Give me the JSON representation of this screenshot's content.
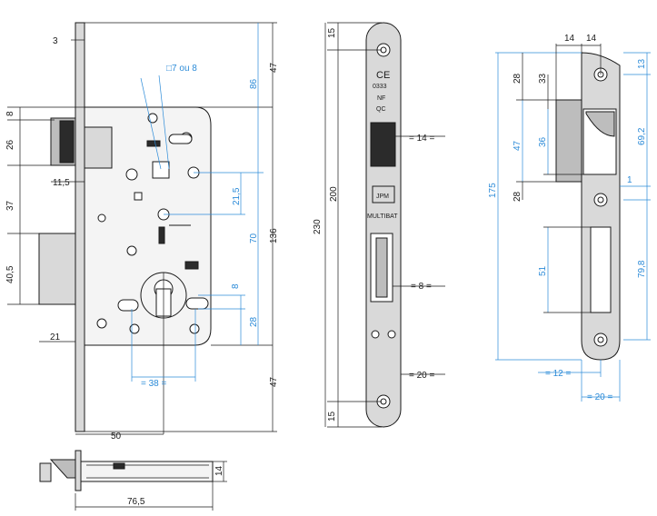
{
  "lock_body_view": {
    "dims_black": [
      "3",
      "8",
      "26",
      "37",
      "40,5",
      "11,5",
      "21",
      "50",
      "47",
      "47"
    ],
    "dims_blue": [
      "86",
      "136",
      "70",
      "21,5",
      "8",
      "28",
      "= 38 ="
    ],
    "square_label": "□7 ou 8"
  },
  "top_view": {
    "dims": [
      "14",
      "76,5"
    ]
  },
  "faceplate_view": {
    "dims_black": [
      "15",
      "200",
      "230",
      "15",
      "= 14 =",
      "= 8 =",
      "= 20 ="
    ],
    "markings": [
      "CE",
      "0333",
      "NF",
      "QC",
      "JPM",
      "MULTIBAT"
    ]
  },
  "strike_plate_view": {
    "dims_blue": [
      "175",
      "47",
      "36",
      "28",
      "51",
      "69,2",
      "79,8",
      "1",
      "13",
      "= 12 =",
      "= 20 ="
    ],
    "dims_black": [
      "14",
      "14",
      "28",
      "33"
    ]
  }
}
